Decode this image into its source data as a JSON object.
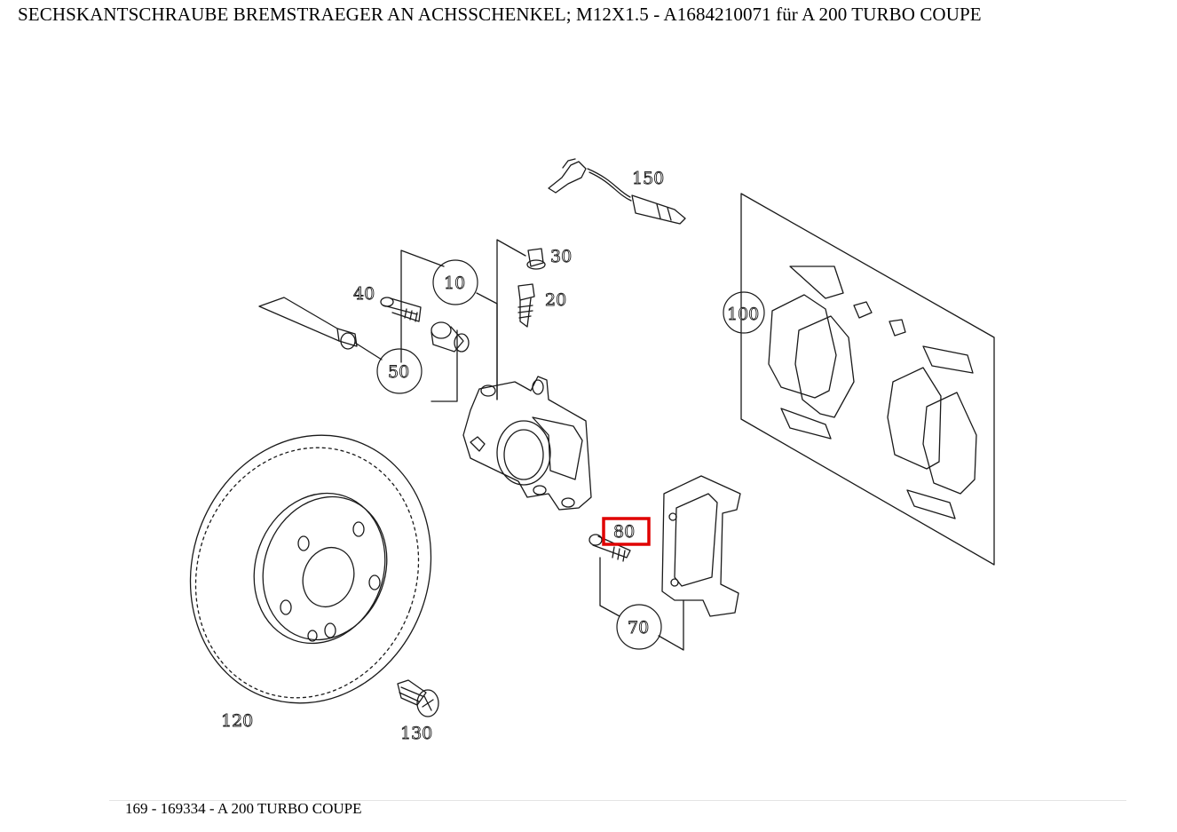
{
  "title": "SECHSKANTSCHRAUBE BREMSTRAEGER AN ACHSSCHENKEL; M12X1.5 - A1684210071 für A 200 TURBO COUPE",
  "footer": "169 - 169334 - A 200 TURBO COUPE",
  "highlight_color": "#e00000",
  "callouts": {
    "c10": "10",
    "c20": "20",
    "c30": "30",
    "c40": "40",
    "c50": "50",
    "c70": "70",
    "c80": "80",
    "c100": "100",
    "c120": "120",
    "c130": "130",
    "c150": "150"
  },
  "selected_part": "80"
}
